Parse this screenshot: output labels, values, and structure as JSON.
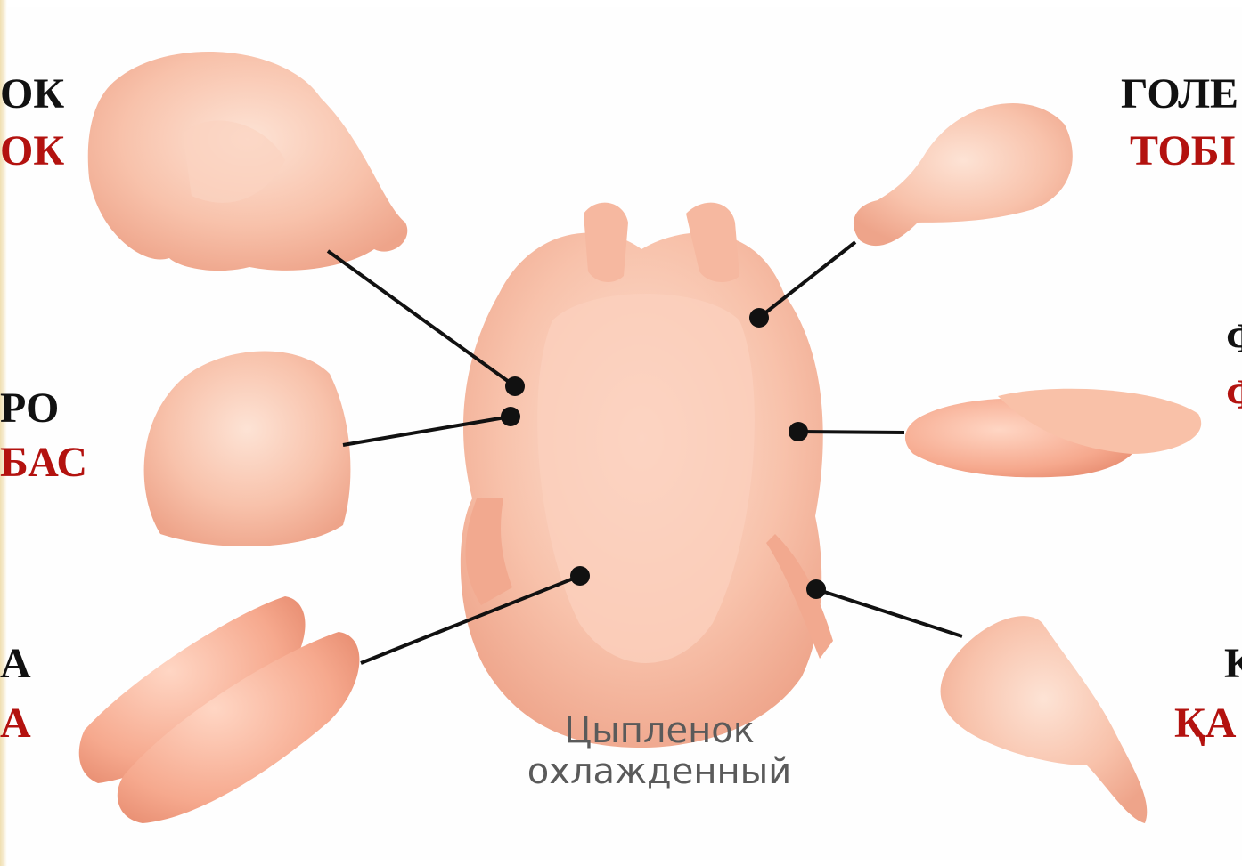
{
  "caption": {
    "line1": "Цыпленок",
    "line2": "охлажденный"
  },
  "labels": {
    "top_left": {
      "ru": "ОК",
      "kz": "ОК"
    },
    "mid_left": {
      "ru": "РО",
      "kz": "БАС"
    },
    "bottom_left": {
      "ru": "А",
      "kz": "А"
    },
    "top_right": {
      "ru": "ГОЛЕ",
      "kz": "ТОБІ"
    },
    "mid_right": {
      "ru": "Ф",
      "kz": "Ф"
    },
    "bottom_right": {
      "ru": "К",
      "kz": "ҚА"
    }
  },
  "colors": {
    "ru_text": "#111111",
    "kz_text": "#b3120f",
    "meat": "#f9c3ad",
    "pointer": "#111111"
  }
}
